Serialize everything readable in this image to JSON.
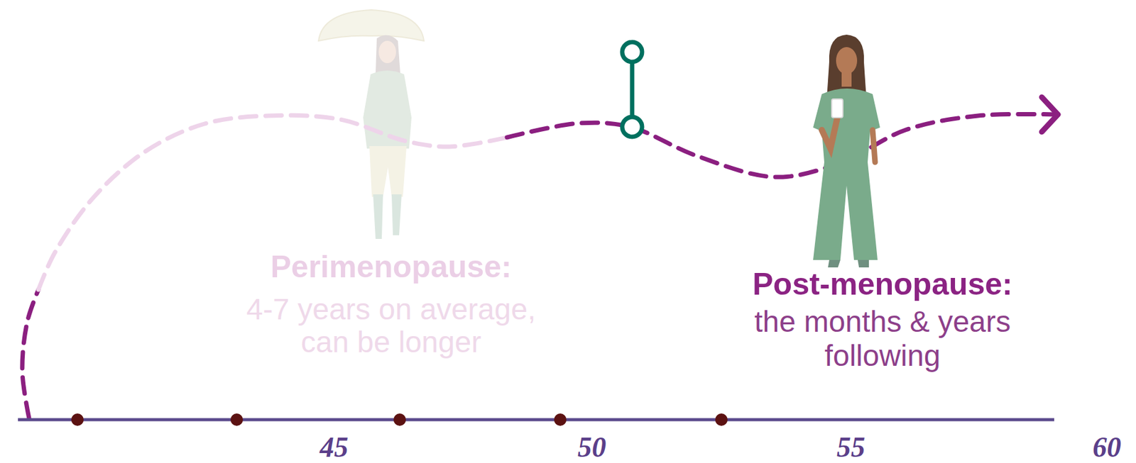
{
  "diagram": {
    "labels": [
      "Perimenopause:",
      "4-7 years on average, can be longer",
      "Post-menopause:",
      "the months & years following",
      "45",
      "50",
      "55",
      "60"
    ]
  }
}
